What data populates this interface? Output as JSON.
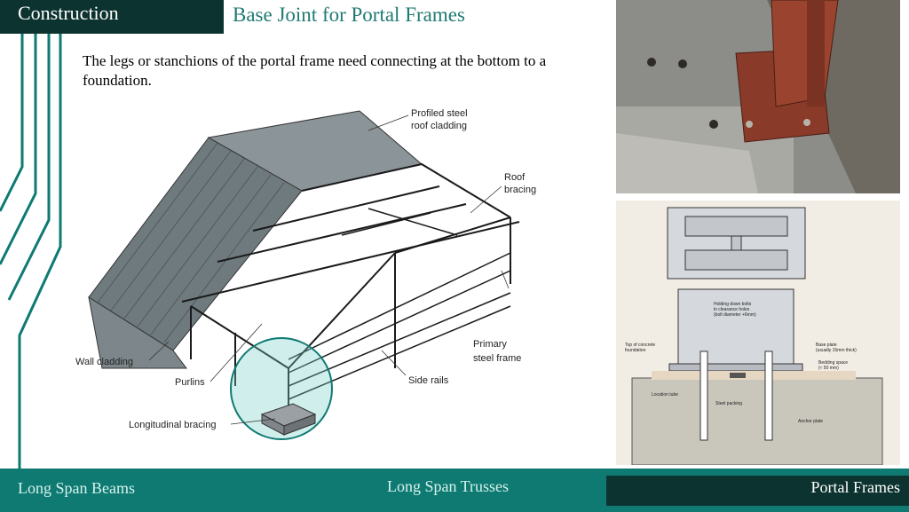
{
  "header": {
    "section_tab": "Construction",
    "title": "Base Joint for Portal Frames"
  },
  "intro_text": "The legs or stanchions of the portal frame need connecting at the bottom to a foundation.",
  "diagram_labels": {
    "roof_cladding_1": "Profiled steel",
    "roof_cladding_2": "roof cladding",
    "roof_bracing_1": "Roof",
    "roof_bracing_2": "bracing",
    "primary_frame_1": "Primary",
    "primary_frame_2": "steel frame",
    "wall_cladding": "Wall cladding",
    "purlins": "Purlins",
    "side_rails": "Side rails",
    "longitudinal_bracing": "Longitudinal bracing"
  },
  "section_labels": {
    "holding_bolts_1": "Holding down bolts",
    "holding_bolts_2": "in clearance holes",
    "holding_bolts_3": "(bolt diameter +6mm)",
    "top_concrete_1": "Top of concrete",
    "top_concrete_2": "foundation",
    "base_plate_1": "Base plate",
    "base_plate_2": "(usually 15mm thick)",
    "bedding_1": "Bedding space",
    "bedding_2": "(≈ 50 mm)",
    "location_tube": "Location tube",
    "steel_packing": "Steel packing",
    "anchor_plate": "Anchor plate"
  },
  "footer": {
    "nav_1": "Long Span Beams",
    "nav_2": "Long Span Trusses",
    "nav_3": "Portal Frames"
  },
  "colors": {
    "dark_teal": "#0d3330",
    "teal": "#0e7a72",
    "title_teal": "#1f7a72"
  }
}
